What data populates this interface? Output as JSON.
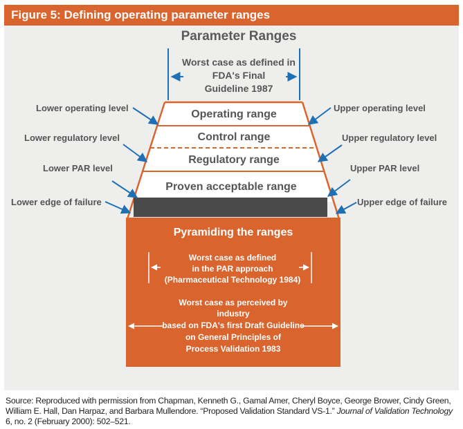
{
  "figure_title": "Figure 5: Defining operating parameter ranges",
  "colors": {
    "accent": "#d9642d",
    "panel": "#eeeeed",
    "band": "#ffffff",
    "dark": "#4a4a4a",
    "arrow": "#1f6fb5",
    "text": "#555555"
  },
  "diagram": {
    "top_title": "Parameter Ranges",
    "fda_final": [
      "Worst case as defined in",
      "FDA's Final",
      "Guideline 1987"
    ],
    "bands": {
      "operating": "Operating range",
      "control": "Control range",
      "regulatory": "Regulatory range",
      "proven": "Proven acceptable range"
    },
    "left_labels": {
      "lower_operating": "Lower operating level",
      "lower_regulatory": "Lower regulatory level",
      "lower_par": "Lower PAR level",
      "lower_failure": "Lower edge of failure"
    },
    "right_labels": {
      "upper_operating": "Upper operating level",
      "upper_regulatory": "Upper regulatory level",
      "upper_par": "Upper PAR level",
      "upper_failure": "Upper edge of failure"
    },
    "box_title": "Pyramiding the ranges",
    "par_approach": [
      "Worst case as defined",
      "in the PAR approach",
      "(Pharmaceutical Technology 1984)"
    ],
    "industry": [
      "Worst case as perceived by",
      "industry",
      "based on FDA's first Draft Guideline",
      "on General Principles of",
      "Process Validation 1983"
    ]
  },
  "source": {
    "prefix": "Source: Reproduced with permission from Chapman, Kenneth G., Gamal Amer, Cheryl Boyce, George Brower, Cindy Green, William E. Hall, Dan Harpaz, and Barbara Mullendore. “Proposed Validation Standard VS-1.” ",
    "journal": "Journal of Validation Technology",
    "suffix": " 6, no. 2 (February 2000): 502–521."
  }
}
